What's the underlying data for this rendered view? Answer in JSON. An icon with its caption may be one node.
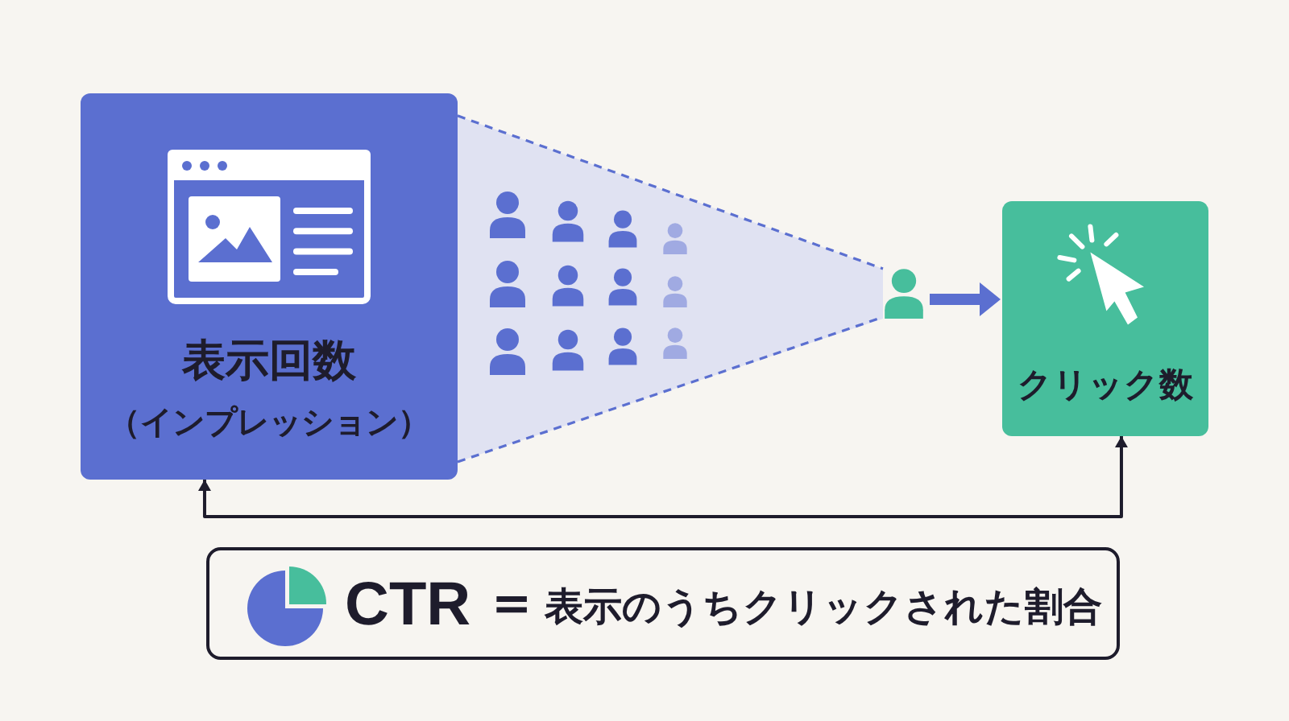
{
  "diagram": {
    "nodes": [
      {
        "text": [
          "表示回数",
          "（インプレッション）"
        ]
      },
      {
        "text": [],
        "shape": "person"
      },
      {
        "text": [
          "クリック数"
        ]
      },
      {
        "text": [
          "CTR",
          "=",
          "表示のうちクリックされた割合"
        ]
      }
    ],
    "edges": [
      {
        "from": 0,
        "to": 1,
        "arrow": "none",
        "style": "dashed"
      },
      {
        "from": 0,
        "to": 1,
        "arrow": "none",
        "style": "dashed"
      },
      {
        "from": 1,
        "to": 2,
        "arrow": "to",
        "style": "thick"
      },
      {
        "from": 0,
        "to": 2,
        "arrow": "both",
        "color": "#1e1c2c"
      }
    ]
  }
}
